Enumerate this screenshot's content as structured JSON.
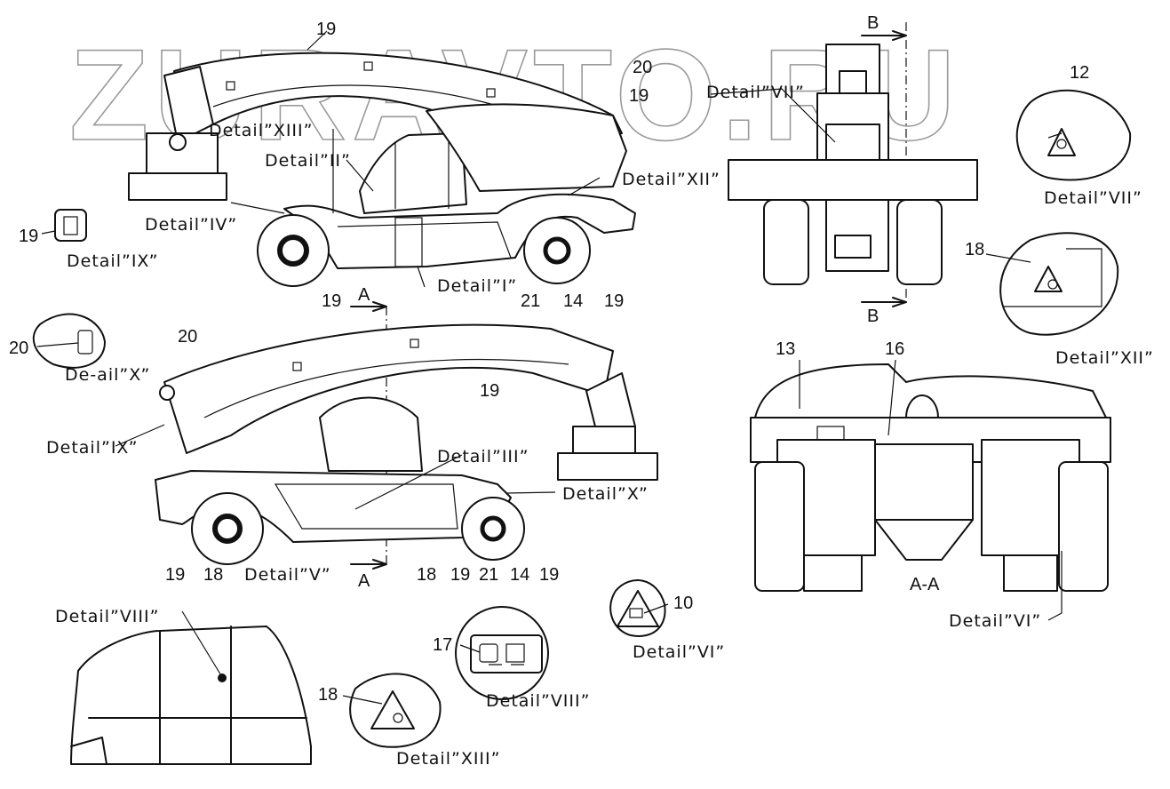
{
  "watermark": "ZURAVTO.RU",
  "details": {
    "d1": "Detail”I”",
    "d2": "Detail”II”",
    "d3": "Detail”III”",
    "d4": "Detail”IV”",
    "d5": "Detail”V”",
    "d6a": "Detail”VI”",
    "d6b": "Detail”VI”",
    "d7a": "Detail”VII”",
    "d7b": "Detail”VII”",
    "d8a": "Detail”VIII”",
    "d8b": "Detail”VIII”",
    "d9a": "Detail”IX”",
    "d9b": "Detail”IX”",
    "d10": "De-ail”X”",
    "d10b": "Detail”X”",
    "d12a": "Detail”XII”",
    "d12b": "Detail”XII”",
    "d13a": "Detail”XIII”",
    "d13b": "Detail”XIII”"
  },
  "sections": {
    "a_top": "A",
    "a_bottom": "A",
    "b_top": "B",
    "b_bottom": "B",
    "aa": "A-A"
  },
  "numbers": {
    "n19_top": "19",
    "n20_top": "20",
    "n19_r": "19",
    "n19_left": "19",
    "n19_a": "19",
    "n21_a": "21",
    "n14_a": "14",
    "n19_b": "19",
    "n12": "12",
    "n18_r": "18",
    "n20_left": "20",
    "n20_mid": "20",
    "n19_mid": "19",
    "n13": "13",
    "n16": "16",
    "n19_c": "19",
    "n18_c": "18",
    "n18_d": "18",
    "n19_d": "19",
    "n21_b": "21",
    "n14_b": "14",
    "n19_e": "19",
    "n10": "10",
    "n17": "17",
    "n18_e": "18"
  }
}
